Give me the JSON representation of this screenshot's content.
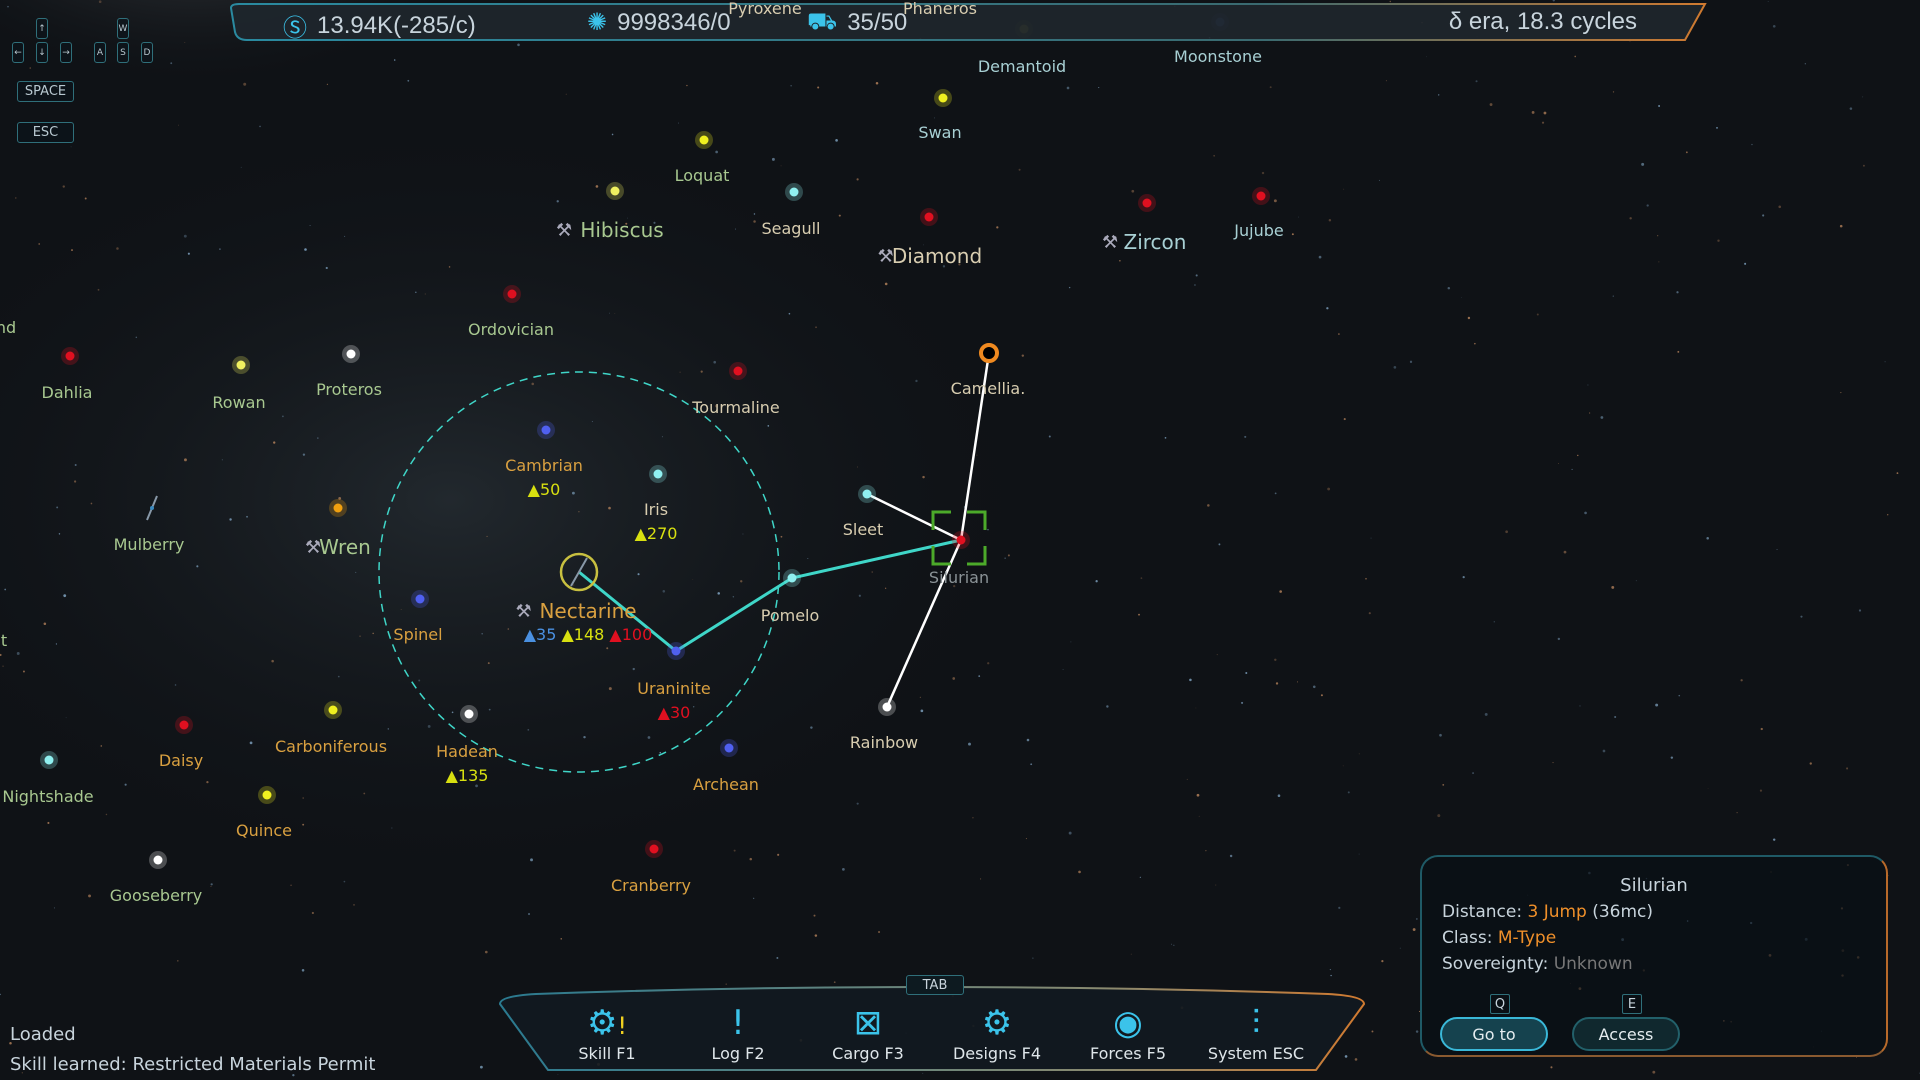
{
  "top_bar": {
    "credits": "13.94K(-285/c)",
    "research": "9998346/0",
    "fleet": "35/50",
    "era": "δ era, 18.3 cycles",
    "credits_icon": "credits-s-icon",
    "research_icon": "network-node-icon",
    "fleet_icon": "ship-icon"
  },
  "key_hints": {
    "up": "↑",
    "left": "←",
    "down": "↓",
    "right": "→",
    "w": "W",
    "a": "A",
    "s": "S",
    "d": "D",
    "space": "SPACE",
    "esc": "ESC"
  },
  "colors": {
    "route": "#3fd6c8",
    "range_circle": "#3fd6c8",
    "selection": "#4caa2a",
    "label_orange": "#d9a040",
    "label_green": "#a8c890",
    "label_beige": "#d8cdb0",
    "label_cyan": "#a8d0d4",
    "label_gray": "#8a9296"
  },
  "systems": [
    {
      "name": "Pyroxene",
      "star": null,
      "label": "label_beige"
    },
    {
      "name": "Phaneros",
      "star": null,
      "label": "label_beige"
    },
    {
      "name": "Demantoid",
      "star": "#8a7a20",
      "label": "label_cyan"
    },
    {
      "name": "Moonstone",
      "star": "#3a4a90",
      "label": "label_cyan"
    },
    {
      "name": "Swan",
      "star": "#f0f020",
      "label": "label_cyan"
    },
    {
      "name": "Loquat",
      "star": "#f0f020",
      "label": "label_green"
    },
    {
      "name": "Hibiscus",
      "star": "#f0f060",
      "label": "label_green",
      "outpost": true
    },
    {
      "name": "Seagull",
      "star": "#90f0f0",
      "label": "label_beige"
    },
    {
      "name": "Diamond",
      "star": "#e01020",
      "label": "label_beige",
      "outpost": true
    },
    {
      "name": "Zircon",
      "star": "#e01020",
      "label": "label_cyan",
      "outpost": true
    },
    {
      "name": "Jujube",
      "star": "#e01020",
      "label": "label_cyan"
    },
    {
      "name": "nd",
      "star": null,
      "label": "label_green"
    },
    {
      "name": "Ordovician",
      "star": "#e01020",
      "label": "label_green"
    },
    {
      "name": "Dahlia",
      "star": "#e01020",
      "label": "label_green"
    },
    {
      "name": "Rowan",
      "star": "#f0f060",
      "label": "label_green"
    },
    {
      "name": "Proteros",
      "star": "#ffffff",
      "label": "label_green"
    },
    {
      "name": "Tourmaline",
      "star": "#e01020",
      "label": "label_beige"
    },
    {
      "name": "Camellia.",
      "star": "blackhole",
      "label": "label_beige"
    },
    {
      "name": "Cambrian",
      "star": "#5060f0",
      "label": "label_orange",
      "resources": [
        {
          "type": "yellow",
          "amount": "50"
        }
      ]
    },
    {
      "name": "Iris",
      "star": "#90f0f0",
      "label": "label_beige",
      "resources": [
        {
          "type": "yellow",
          "amount": "270"
        }
      ]
    },
    {
      "name": "Mulberry",
      "star": "ship",
      "label": "label_green"
    },
    {
      "name": "Wren",
      "star": "#f0a010",
      "label": "label_green",
      "outpost": true
    },
    {
      "name": "Nectarine",
      "star": "current",
      "label": "label_orange",
      "outpost": true,
      "resources": [
        {
          "type": "blue",
          "amount": "35"
        },
        {
          "type": "yellow",
          "amount": "148"
        },
        {
          "type": "red",
          "amount": "100"
        }
      ]
    },
    {
      "name": "Sleet",
      "star": "#90f0f0",
      "label": "label_beige"
    },
    {
      "name": "Silurian",
      "star": "#e01020",
      "label": "label_gray",
      "selected": true
    },
    {
      "name": "Pomelo",
      "star": "#90f0f0",
      "label": "label_beige"
    },
    {
      "name": "Uraninite",
      "star": "#5060f0",
      "label": "label_orange",
      "resources": [
        {
          "type": "red",
          "amount": "30"
        }
      ]
    },
    {
      "name": "Spinel",
      "star": "#5060f0",
      "label": "label_orange"
    },
    {
      "name": "Rainbow",
      "star": "#ffffff",
      "label": "label_beige"
    },
    {
      "name": "Hadean",
      "star": "#ffffff",
      "label": "label_orange",
      "resources": [
        {
          "type": "yellow",
          "amount": "135"
        }
      ]
    },
    {
      "name": "Carboniferous",
      "star": "#f0f020",
      "label": "label_orange"
    },
    {
      "name": "Daisy",
      "star": "#e01020",
      "label": "label_orange"
    },
    {
      "name": "Archean",
      "star": "#5060f0",
      "label": "label_orange"
    },
    {
      "name": "t",
      "star": null,
      "label": "label_green"
    },
    {
      "name": "Nightshade",
      "star": "#90f0f0",
      "label": "label_green"
    },
    {
      "name": "Quince",
      "star": "#f0f020",
      "label": "label_orange"
    },
    {
      "name": "Cranberry",
      "star": "#e01020",
      "label": "label_orange"
    },
    {
      "name": "Gooseberry",
      "star": "#ffffff",
      "label": "label_green"
    }
  ],
  "resource_colors": {
    "blue": "#4a90e0",
    "yellow": "#d8e010",
    "red": "#e01020"
  },
  "route": [
    "Nectarine",
    "Uraninite",
    "Pomelo",
    "Silurian"
  ],
  "lanes": [
    [
      "Silurian",
      "Sleet"
    ],
    [
      "Silurian",
      "Camellia."
    ],
    [
      "Silurian",
      "Rainbow"
    ]
  ],
  "nav": {
    "tab_key": "TAB",
    "items": [
      {
        "label": "Skill F1",
        "icon": "skill-network-icon",
        "alert": "!"
      },
      {
        "label": "Log F2",
        "icon": "log-exclamation-icon"
      },
      {
        "label": "Cargo F3",
        "icon": "cargo-crate-icon"
      },
      {
        "label": "Designs F4",
        "icon": "gears-icon"
      },
      {
        "label": "Forces F5",
        "icon": "alien-face-icon"
      },
      {
        "label": "System ESC",
        "icon": "sliders-icon"
      }
    ]
  },
  "messages": [
    "Loaded",
    "Skill learned: Restricted Materials Permit"
  ],
  "info_panel": {
    "title": "Silurian",
    "distance_label": "Distance:",
    "distance_value": "3 Jump",
    "distance_extra": "(36mc)",
    "class_label": "Class:",
    "class_value": "M-Type",
    "sovereignty_label": "Sovereignty:",
    "sovereignty_value": "Unknown",
    "goto_key": "Q",
    "goto_label": "Go to",
    "access_key": "E",
    "access_label": "Access"
  }
}
